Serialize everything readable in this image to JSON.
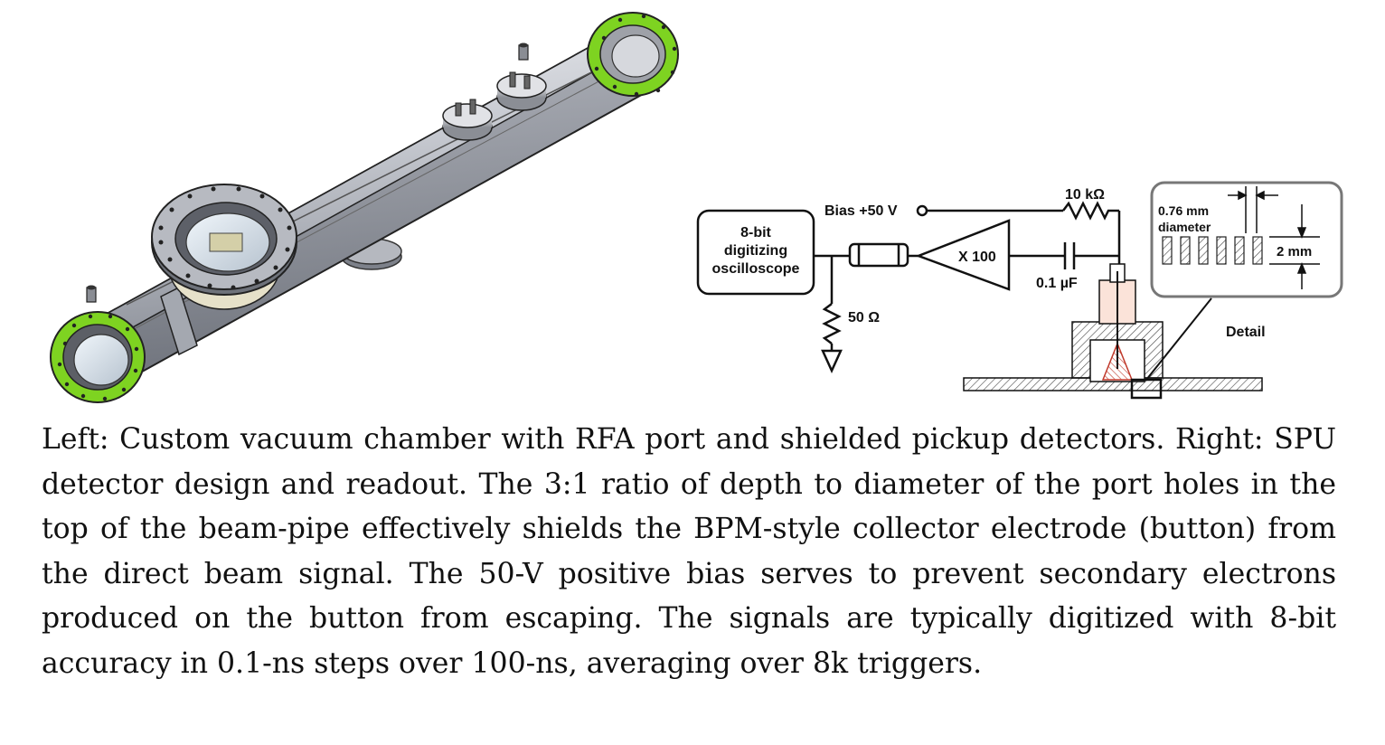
{
  "figure": {
    "chamber_image": {
      "description_icon": "vacuum-chamber-drawing",
      "flange_color": "#7ed321",
      "body_color": "#c9ccd3"
    },
    "schematic": {
      "oscilloscope_label": [
        "8-bit",
        "digitizing",
        "oscilloscope"
      ],
      "bias_label": "Bias +50 V",
      "resistor_top_label": "10 kΩ",
      "amplifier_label": "X 100",
      "capacitor_label": "0.1 µF",
      "resistor_ground_label": "50 Ω",
      "detail_label": "Detail",
      "detail_box": {
        "hole_diameter_label": [
          "0.76 mm",
          "diameter"
        ],
        "depth_label": "2 mm"
      }
    }
  },
  "caption": {
    "text": "Left: Custom vacuum chamber with RFA port and shielded pickup detectors. Right: SPU detector design and readout. The 3:1 ratio of depth to diameter of the port holes in the top of the beam-pipe effectively shields the BPM-style collector electrode (button) from the direct beam signal. The 50-V positive bias serves to prevent secondary electrons produced on the button from escaping. The signals are typically digitized with 8-bit accuracy in 0.1-ns steps over 100-ns, averaging over 8k triggers."
  }
}
